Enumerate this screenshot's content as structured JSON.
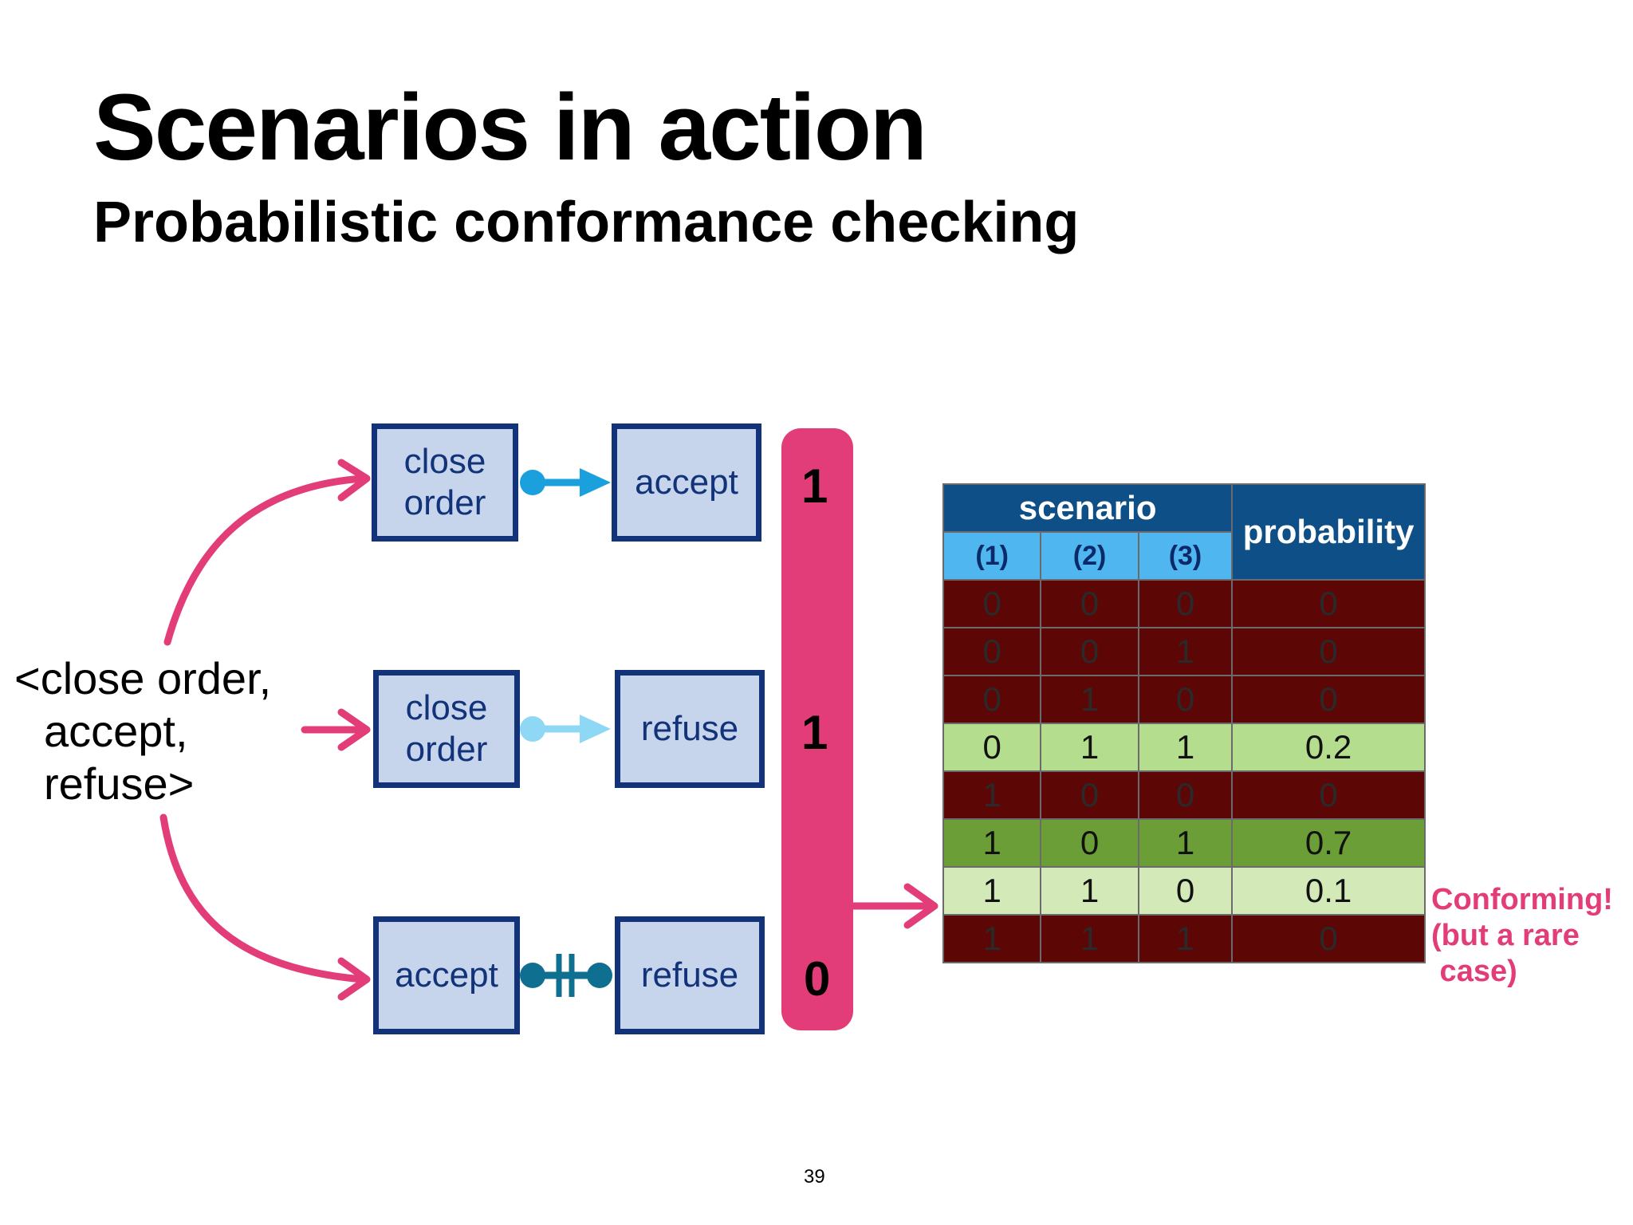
{
  "slide": {
    "title": "Scenarios in action",
    "subtitle": "Probabilistic conformance checking",
    "page_number": "39"
  },
  "trace": {
    "line1": "<close order,",
    "line2": "accept,",
    "line3": "refuse>"
  },
  "constraints": [
    {
      "left": "close order",
      "right": "accept",
      "result": "1",
      "connector_color": "#1aa0dc"
    },
    {
      "left": "close order",
      "right": "refuse",
      "result": "1",
      "connector_color": "#8fd8f5"
    },
    {
      "left": "accept",
      "right": "refuse",
      "result": "0",
      "connector_color": "#0f6f91"
    }
  ],
  "table": {
    "header_scenario": "scenario",
    "header_probability": "probability",
    "sub_headers": [
      "(1)",
      "(2)",
      "(3)"
    ],
    "rows": [
      {
        "values": [
          "0",
          "0",
          "0",
          "0"
        ],
        "fill": "#5c0606",
        "text": "#2a2a2a"
      },
      {
        "values": [
          "0",
          "0",
          "1",
          "0"
        ],
        "fill": "#5c0606",
        "text": "#2a2a2a"
      },
      {
        "values": [
          "0",
          "1",
          "0",
          "0"
        ],
        "fill": "#5c0606",
        "text": "#2a2a2a"
      },
      {
        "values": [
          "0",
          "1",
          "1",
          "0.2"
        ],
        "fill": "#b4de8e",
        "text": "#111111"
      },
      {
        "values": [
          "1",
          "0",
          "0",
          "0"
        ],
        "fill": "#5c0606",
        "text": "#2a2a2a"
      },
      {
        "values": [
          "1",
          "0",
          "1",
          "0.7"
        ],
        "fill": "#6b9e36",
        "text": "#111111"
      },
      {
        "values": [
          "1",
          "1",
          "0",
          "0.1"
        ],
        "fill": "#d3e9b8",
        "text": "#111111"
      },
      {
        "values": [
          "1",
          "1",
          "1",
          "0"
        ],
        "fill": "#5c0606",
        "text": "#2a2a2a"
      }
    ]
  },
  "note": {
    "line1": "Conforming!",
    "line2": "(but a rare",
    "line3": " case)"
  },
  "colors": {
    "accent": "#e23d78",
    "box_border": "#12337a",
    "box_fill": "#c6d5ec"
  }
}
